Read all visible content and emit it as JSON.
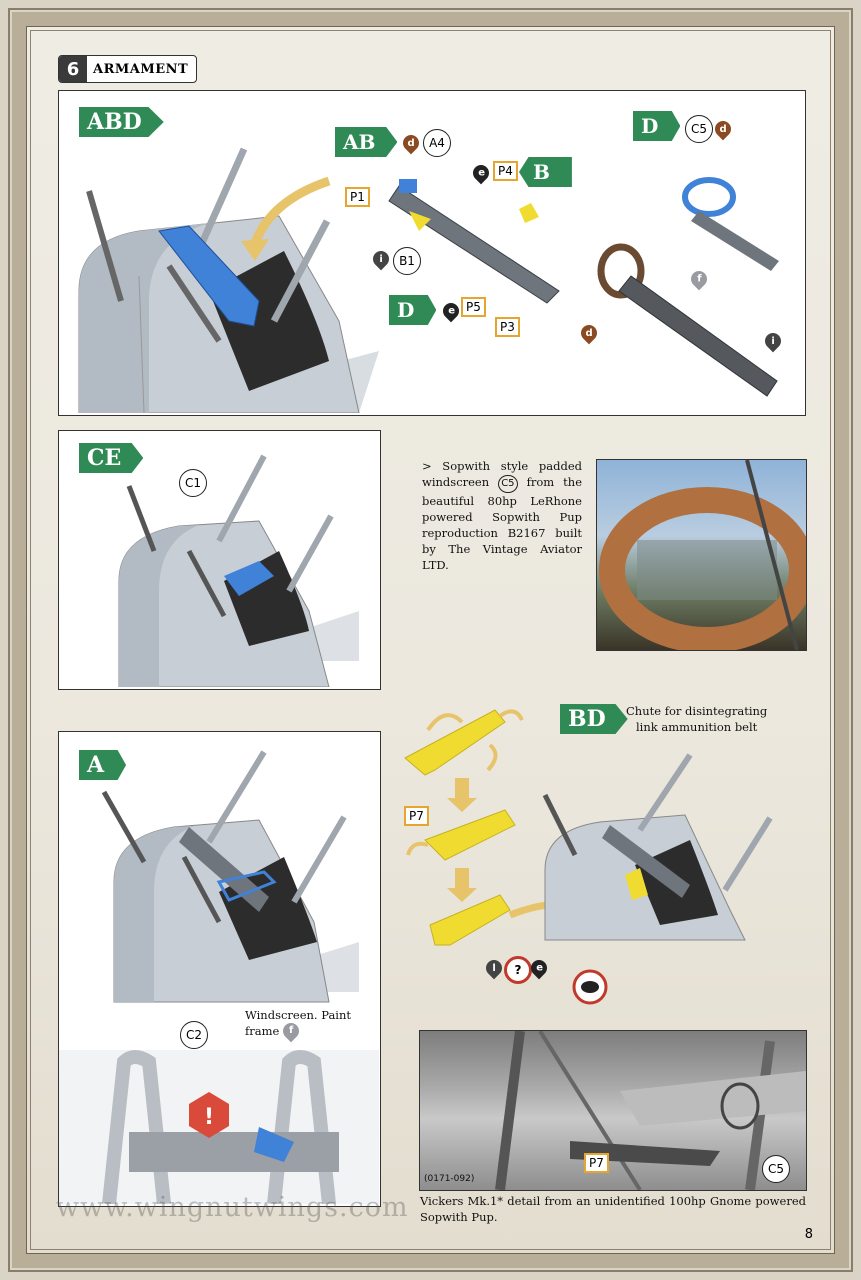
{
  "step": {
    "number": "6",
    "title": "ARMAMENT"
  },
  "panels": {
    "top": {
      "flag": "ABD"
    },
    "ce": {
      "flag": "CE",
      "callout": "C1"
    },
    "a": {
      "flag": "A",
      "callout": "C2",
      "note_line1": "Windscreen. Paint",
      "note_line2": "frame",
      "paint": "f"
    },
    "bd": {
      "flag": "BD",
      "note_line1": "Chute for disintegrating",
      "note_line2": "link ammunition belt",
      "part": "P7",
      "paints": [
        "l",
        "?",
        "e"
      ]
    }
  },
  "gun_callouts": {
    "ab_flag": "AB",
    "ab_paint": "d",
    "a4": "A4",
    "p1": "P1",
    "p4": "P4",
    "p4_paint": "e",
    "b_flag": "B",
    "b1": "B1",
    "b1_paint": "i",
    "d_flag": "D",
    "p5": "P5",
    "p5_paint": "e",
    "p3": "P3",
    "d2_flag": "D",
    "c5": "C5",
    "c5_paint": "d",
    "ring_paint_f": "f",
    "ring_paint_d": "d",
    "ring_paint_i": "i"
  },
  "description": {
    "line1": "> Sopwith style padded windscreen",
    "callout": "C5",
    "line2": "from the beautiful 80hp LeRhone powered Sopwith Pup reproduction B2167 built by The Vintage Aviator LTD."
  },
  "bottom_photo": {
    "code": "(0171-092)",
    "p7": "P7",
    "c5": "C5",
    "caption": "Vickers Mk.1* detail from an unidentified 100hp Gnome powered Sopwith Pup."
  },
  "website": "www.wingnutwings.com",
  "page_number": "8",
  "colors": {
    "green_flag": "#2f8a55",
    "part_tag": "#e5a52e",
    "blue_part": "#3f82d8",
    "yellow_part": "#f0dc30",
    "paint_d": "#8b4a22",
    "paint_f": "#9a9aa2"
  }
}
